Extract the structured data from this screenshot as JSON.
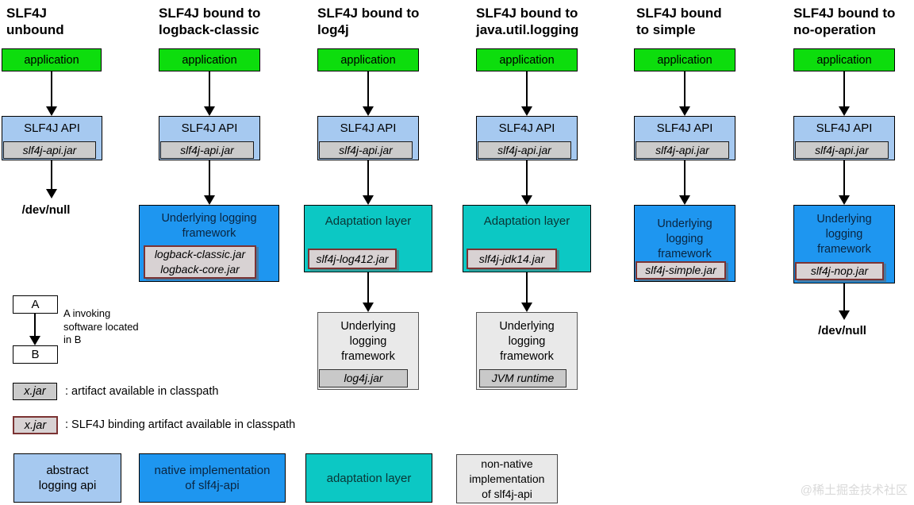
{
  "columns": [
    {
      "title": "SLF4J\nunbound",
      "app_label": "application",
      "api_label": "SLF4J API",
      "api_jar": "slf4j-api.jar",
      "sink": "/dev/null"
    },
    {
      "title": "SLF4J bound to\nlogback-classic",
      "app_label": "application",
      "api_label": "SLF4J API",
      "api_jar": "slf4j-api.jar",
      "impl_label": "Underlying logging\nframework",
      "impl_jar": "logback-classic.jar\nlogback-core.jar"
    },
    {
      "title": "SLF4J bound to\nlog4j",
      "app_label": "application",
      "api_label": "SLF4J API",
      "api_jar": "slf4j-api.jar",
      "adapt_label": "Adaptation layer",
      "adapt_jar": "slf4j-log412.jar",
      "under_label": "Underlying\nlogging\nframework",
      "under_jar": "log4j.jar"
    },
    {
      "title": "SLF4J bound to\njava.util.logging",
      "app_label": "application",
      "api_label": "SLF4J API",
      "api_jar": "slf4j-api.jar",
      "adapt_label": "Adaptation layer",
      "adapt_jar": "slf4j-jdk14.jar",
      "under_label": "Underlying\nlogging\nframework",
      "under_jar": "JVM runtime"
    },
    {
      "title": "SLF4J bound\nto simple",
      "app_label": "application",
      "api_label": "SLF4J API",
      "api_jar": "slf4j-api.jar",
      "impl_label": "Underlying\nlogging\nframework",
      "impl_jar": "slf4j-simple.jar"
    },
    {
      "title": "SLF4J bound to\nno-operation",
      "app_label": "application",
      "api_label": "SLF4J API",
      "api_jar": "slf4j-api.jar",
      "impl_label": "Underlying\nlogging\nframework",
      "impl_jar": "slf4j-nop.jar",
      "sink": "/dev/null"
    }
  ],
  "legend": {
    "a_label": "A",
    "b_label": "B",
    "ab_text": "A invoking\nsoftware located\nin B",
    "xjar_label": "x.jar",
    "artifact_text": ": artifact available in classpath",
    "binding_text": ": SLF4J binding artifact available in classpath",
    "type_boxes": [
      {
        "label": "abstract\nlogging api"
      },
      {
        "label": "native implementation\nof slf4j-api"
      },
      {
        "label": "adaptation layer"
      },
      {
        "label": "non-native\nimplementation\nof slf4j-api"
      }
    ]
  },
  "watermark": "@稀土掘金技术社区",
  "palette": {
    "application_green": "#0DDD0D",
    "api_light_blue": "#A6C9F0",
    "native_blue": "#1E96F0",
    "adaptation_teal": "#0CC8C4",
    "framework_grey": "#E9E9E9",
    "jar_grey": "#CBCBCB",
    "binding_jar_fill": "#D8D2D3",
    "binding_jar_border": "#7B3333"
  }
}
